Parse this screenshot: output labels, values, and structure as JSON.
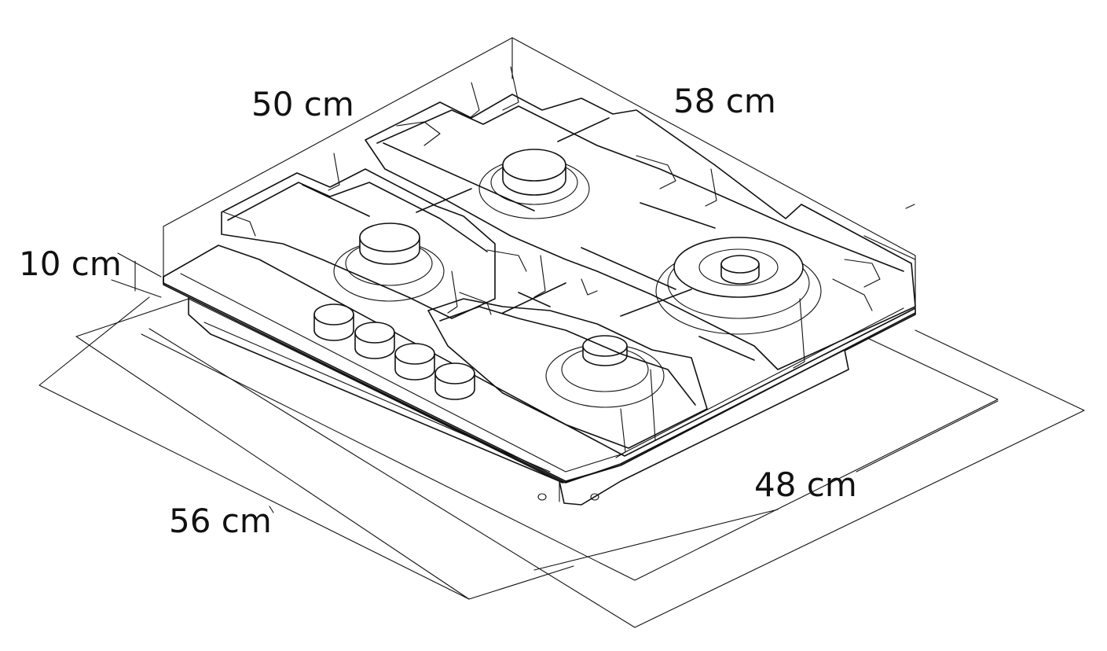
{
  "dimensions": {
    "depth_top": "50 cm",
    "width_top": "58 cm",
    "height": "10 cm",
    "cutout_depth": "56 cm",
    "cutout_width": "48 cm"
  },
  "burners": 4,
  "knobs": 4
}
